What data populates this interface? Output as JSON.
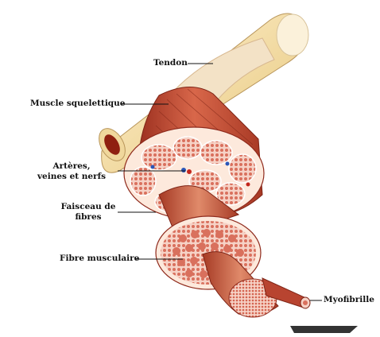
{
  "labels": {
    "tendon": "Tendon",
    "muscle": "Muscle squelettique",
    "vessels_line1": "Artères,",
    "vessels_line2": "veines et nerfs",
    "bundle_line1": "Faisceau de",
    "bundle_line2": "fibres",
    "fiber": "Fibre musculaire",
    "myofibril": "Myofibrille"
  },
  "colors": {
    "bone": "#f2dca8",
    "bone_shadow": "#c9a86a",
    "muscle": "#c9543a",
    "muscle_dark": "#8f2a1c",
    "cross_section": "#f3c1b5",
    "fiber_dot": "#d9705d",
    "perimysium": "#fde9dc",
    "label_line": "#111111"
  }
}
